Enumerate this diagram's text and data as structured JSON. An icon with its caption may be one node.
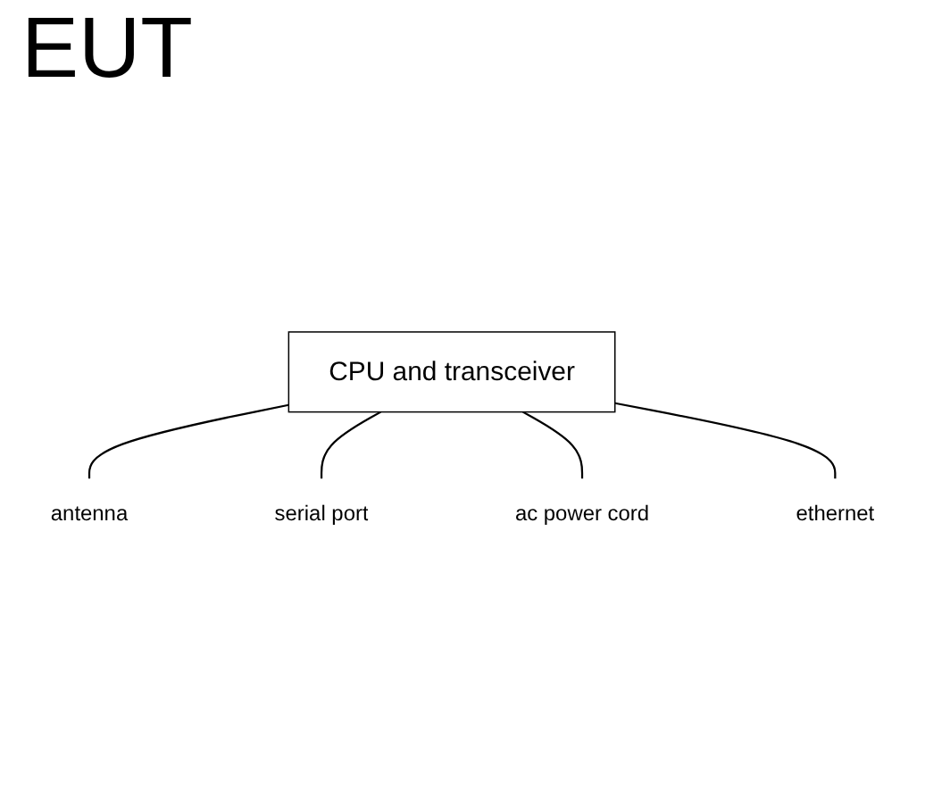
{
  "diagram": {
    "title": "EUT",
    "nodes": [
      {
        "text": [
          "CPU and transceiver"
        ]
      },
      {
        "text": [
          "antenna"
        ]
      },
      {
        "text": [
          "serial port"
        ]
      },
      {
        "text": [
          "ac power cord"
        ]
      },
      {
        "text": [
          "ethernet"
        ]
      }
    ],
    "edges": [
      {
        "from": 0,
        "to": 1,
        "arrow": "none"
      },
      {
        "from": 0,
        "to": 2,
        "arrow": "none"
      },
      {
        "from": 0,
        "to": 3,
        "arrow": "none"
      },
      {
        "from": 0,
        "to": 4,
        "arrow": "none"
      }
    ]
  }
}
